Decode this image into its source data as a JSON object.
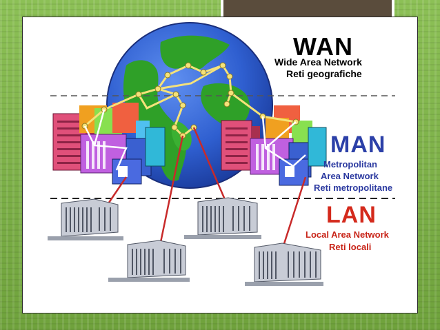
{
  "wan": {
    "title": "WAN",
    "subtitle": "Wide Area Network",
    "subtitle_it": "Reti geografiche",
    "color": "#000000"
  },
  "man": {
    "title": "MAN",
    "line1": "Metropolitan",
    "line2": "Area Network",
    "line3": "Reti metropolitane",
    "color": "#2c40a8"
  },
  "lan": {
    "title": "LAN",
    "line1": "Local Area Network",
    "line2": "Reti locali",
    "color": "#d42a1c"
  },
  "colors": {
    "background": "#7fb04a",
    "globe_ocean": "#2f5fd0",
    "globe_land": "#2fa028",
    "wan_links": "#f5e27a",
    "man_links": "#ffffff",
    "lan_links": "#c82a2a"
  }
}
